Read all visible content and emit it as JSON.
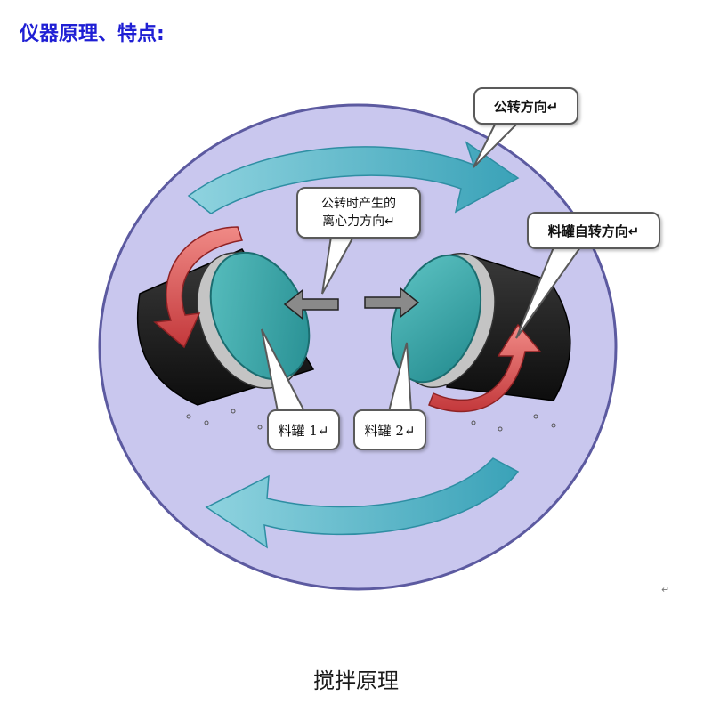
{
  "page": {
    "heading": "仪器原理、特点:",
    "caption": "搅拌原理"
  },
  "diagram": {
    "colors": {
      "disk": "#c9c7ee",
      "disk_border": "#5c5aa0",
      "arrow_teal": "#4bb0c3",
      "arrow_red": "#d4484a",
      "jar_lid": "#37a6a8",
      "jar_body": "#1e1e1e",
      "heading": "#1f1fd4"
    },
    "callouts": {
      "revolution": "公转方向↵",
      "centrifugal_line1": "公转时产生的",
      "centrifugal_line2": "离心力方向↵",
      "rotation": "料罐自转方向↵",
      "jar1": "料罐 1↵",
      "jar2": "料罐 2↵"
    },
    "return_mark": "↵",
    "icons": {
      "revolution_arrows": "curved-arrow-icon",
      "rotation_arrows": "rotate-arrow-icon",
      "force_arrows": "arrow-left-right-icon"
    }
  }
}
